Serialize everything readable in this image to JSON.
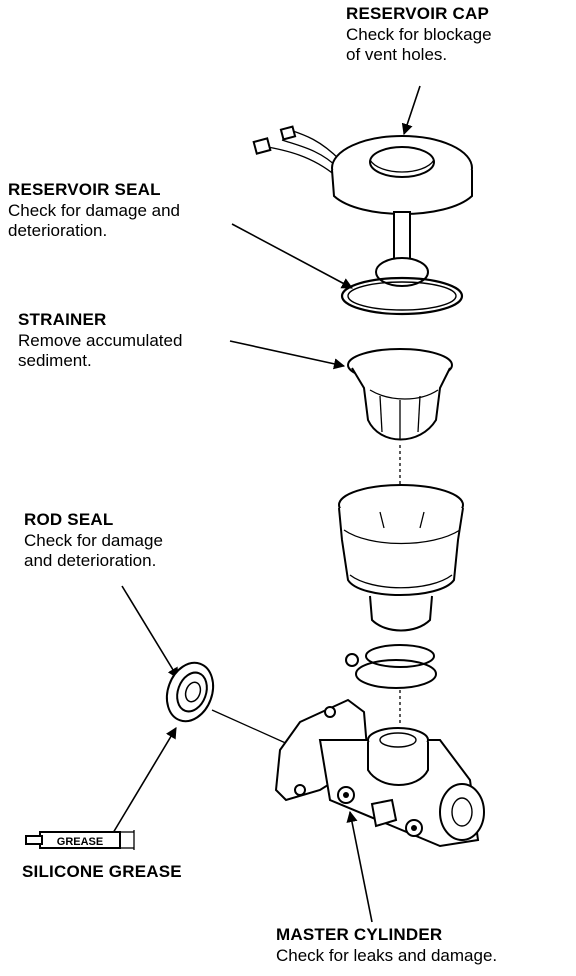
{
  "labels": {
    "reservoir_cap": {
      "title": "RESERVOIR CAP",
      "desc": [
        "Check for blockage",
        "of vent holes."
      ]
    },
    "reservoir_seal": {
      "title": "RESERVOIR SEAL",
      "desc": [
        "Check for damage and",
        "deterioration."
      ]
    },
    "strainer": {
      "title": "STRAINER",
      "desc": [
        "Remove accumulated",
        "sediment."
      ]
    },
    "rod_seal": {
      "title": "ROD SEAL",
      "desc": [
        "Check for damage",
        "and deterioration."
      ]
    },
    "silicone_grease": {
      "title": "SILICONE GREASE"
    },
    "master_cylinder": {
      "title": "MASTER CYLINDER",
      "desc": [
        "Check for leaks and damage."
      ]
    }
  },
  "grease_tube_text": "GREASE"
}
